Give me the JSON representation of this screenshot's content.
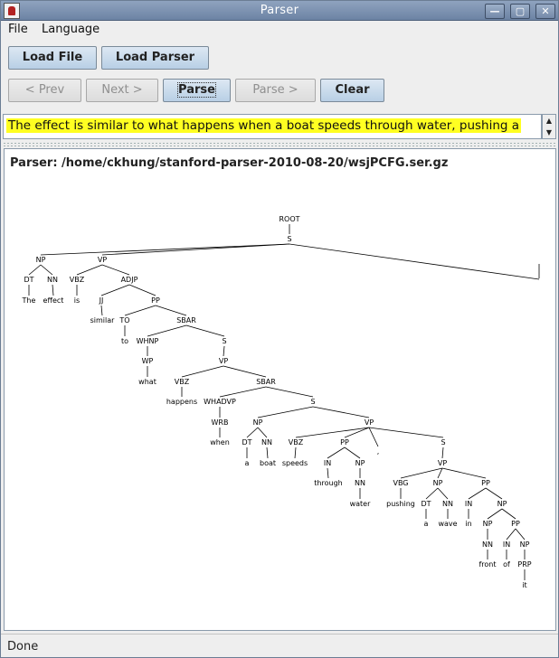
{
  "window": {
    "title": "Parser"
  },
  "menu": {
    "file": "File",
    "language": "Language"
  },
  "toolbar1": {
    "load_file": "Load File",
    "load_parser": "Load Parser"
  },
  "toolbar2": {
    "prev": "< Prev",
    "next": "Next >",
    "parse": "Parse",
    "parse_next": "Parse >",
    "clear": "Clear"
  },
  "sentence": {
    "text": "The effect is similar to what happens when a boat speeds through water, pushing a"
  },
  "parser_path": "Parser: /home/ckhung/stanford-parser-2010-08-20/wsjPCFG.ser.gz",
  "status": "Done",
  "colors": {
    "highlight": "#ffff22",
    "titlebar": "#7a8fae",
    "button": "#c8dbee"
  },
  "tree": {
    "nodes": [
      {
        "id": "root",
        "label": "ROOT"
      },
      {
        "id": "s0",
        "label": "S",
        "parent": "root"
      },
      {
        "id": "np1",
        "label": "NP",
        "parent": "s0"
      },
      {
        "id": "vp1",
        "label": "VP",
        "parent": "s0"
      },
      {
        "id": "trunc",
        "label": "",
        "parent": "s0"
      },
      {
        "id": "dt1",
        "label": "DT",
        "parent": "np1"
      },
      {
        "id": "nn1",
        "label": "NN",
        "parent": "np1"
      },
      {
        "id": "w_the",
        "label": "The",
        "parent": "dt1"
      },
      {
        "id": "w_effect",
        "label": "effect",
        "parent": "nn1"
      },
      {
        "id": "vbz1",
        "label": "VBZ",
        "parent": "vp1"
      },
      {
        "id": "adjp",
        "label": "ADJP",
        "parent": "vp1"
      },
      {
        "id": "w_is",
        "label": "is",
        "parent": "vbz1"
      },
      {
        "id": "jj",
        "label": "JJ",
        "parent": "adjp"
      },
      {
        "id": "pp1",
        "label": "PP",
        "parent": "adjp"
      },
      {
        "id": "w_similar",
        "label": "similar",
        "parent": "jj"
      },
      {
        "id": "to",
        "label": "TO",
        "parent": "pp1"
      },
      {
        "id": "sbar1",
        "label": "SBAR",
        "parent": "pp1"
      },
      {
        "id": "w_to",
        "label": "to",
        "parent": "to"
      },
      {
        "id": "whnp",
        "label": "WHNP",
        "parent": "sbar1"
      },
      {
        "id": "s1",
        "label": "S",
        "parent": "sbar1"
      },
      {
        "id": "wp",
        "label": "WP",
        "parent": "whnp"
      },
      {
        "id": "w_what",
        "label": "what",
        "parent": "wp"
      },
      {
        "id": "vp2",
        "label": "VP",
        "parent": "s1"
      },
      {
        "id": "vbz2",
        "label": "VBZ",
        "parent": "vp2"
      },
      {
        "id": "sbar2",
        "label": "SBAR",
        "parent": "vp2"
      },
      {
        "id": "w_happens",
        "label": "happens",
        "parent": "vbz2"
      },
      {
        "id": "whadvp",
        "label": "WHADVP",
        "parent": "sbar2"
      },
      {
        "id": "s2",
        "label": "S",
        "parent": "sbar2"
      },
      {
        "id": "wrb",
        "label": "WRB",
        "parent": "whadvp"
      },
      {
        "id": "w_when",
        "label": "when",
        "parent": "wrb"
      },
      {
        "id": "np2",
        "label": "NP",
        "parent": "s2"
      },
      {
        "id": "vp3",
        "label": "VP",
        "parent": "s2"
      },
      {
        "id": "dt2",
        "label": "DT",
        "parent": "np2"
      },
      {
        "id": "nn2",
        "label": "NN",
        "parent": "np2"
      },
      {
        "id": "w_a1",
        "label": "a",
        "parent": "dt2"
      },
      {
        "id": "w_boat",
        "label": "boat",
        "parent": "nn2"
      },
      {
        "id": "vbz3",
        "label": "VBZ",
        "parent": "vp3"
      },
      {
        "id": "pp2",
        "label": "PP",
        "parent": "vp3"
      },
      {
        "id": "comma",
        "label": ",",
        "parent": "vp3"
      },
      {
        "id": "s3",
        "label": "S",
        "parent": "vp3"
      },
      {
        "id": "w_speeds",
        "label": "speeds",
        "parent": "vbz3"
      },
      {
        "id": "in1",
        "label": "IN",
        "parent": "pp2"
      },
      {
        "id": "np3",
        "label": "NP",
        "parent": "pp2"
      },
      {
        "id": "w_through",
        "label": "through",
        "parent": "in1"
      },
      {
        "id": "nn3",
        "label": "NN",
        "parent": "np3"
      },
      {
        "id": "w_water",
        "label": "water",
        "parent": "nn3"
      },
      {
        "id": "vp4",
        "label": "VP",
        "parent": "s3"
      },
      {
        "id": "vbg",
        "label": "VBG",
        "parent": "vp4"
      },
      {
        "id": "np4",
        "label": "NP",
        "parent": "vp4"
      },
      {
        "id": "pp3",
        "label": "PP",
        "parent": "vp4"
      },
      {
        "id": "w_pushing",
        "label": "pushing",
        "parent": "vbg"
      },
      {
        "id": "dt3",
        "label": "DT",
        "parent": "np4"
      },
      {
        "id": "nn4",
        "label": "NN",
        "parent": "np4"
      },
      {
        "id": "w_a2",
        "label": "a",
        "parent": "dt3"
      },
      {
        "id": "w_wave",
        "label": "wave",
        "parent": "nn4"
      },
      {
        "id": "in2",
        "label": "IN",
        "parent": "pp3"
      },
      {
        "id": "np5",
        "label": "NP",
        "parent": "pp3"
      },
      {
        "id": "w_in",
        "label": "in",
        "parent": "in2"
      },
      {
        "id": "np6",
        "label": "NP",
        "parent": "np5"
      },
      {
        "id": "pp4",
        "label": "PP",
        "parent": "np5"
      },
      {
        "id": "nn5",
        "label": "NN",
        "parent": "np6"
      },
      {
        "id": "w_front",
        "label": "front",
        "parent": "nn5"
      },
      {
        "id": "in3",
        "label": "IN",
        "parent": "pp4"
      },
      {
        "id": "np7",
        "label": "NP",
        "parent": "pp4"
      },
      {
        "id": "w_of",
        "label": "of",
        "parent": "in3"
      },
      {
        "id": "prp",
        "label": "PRP",
        "parent": "np7"
      },
      {
        "id": "w_it",
        "label": "it",
        "parent": "prp"
      }
    ]
  }
}
